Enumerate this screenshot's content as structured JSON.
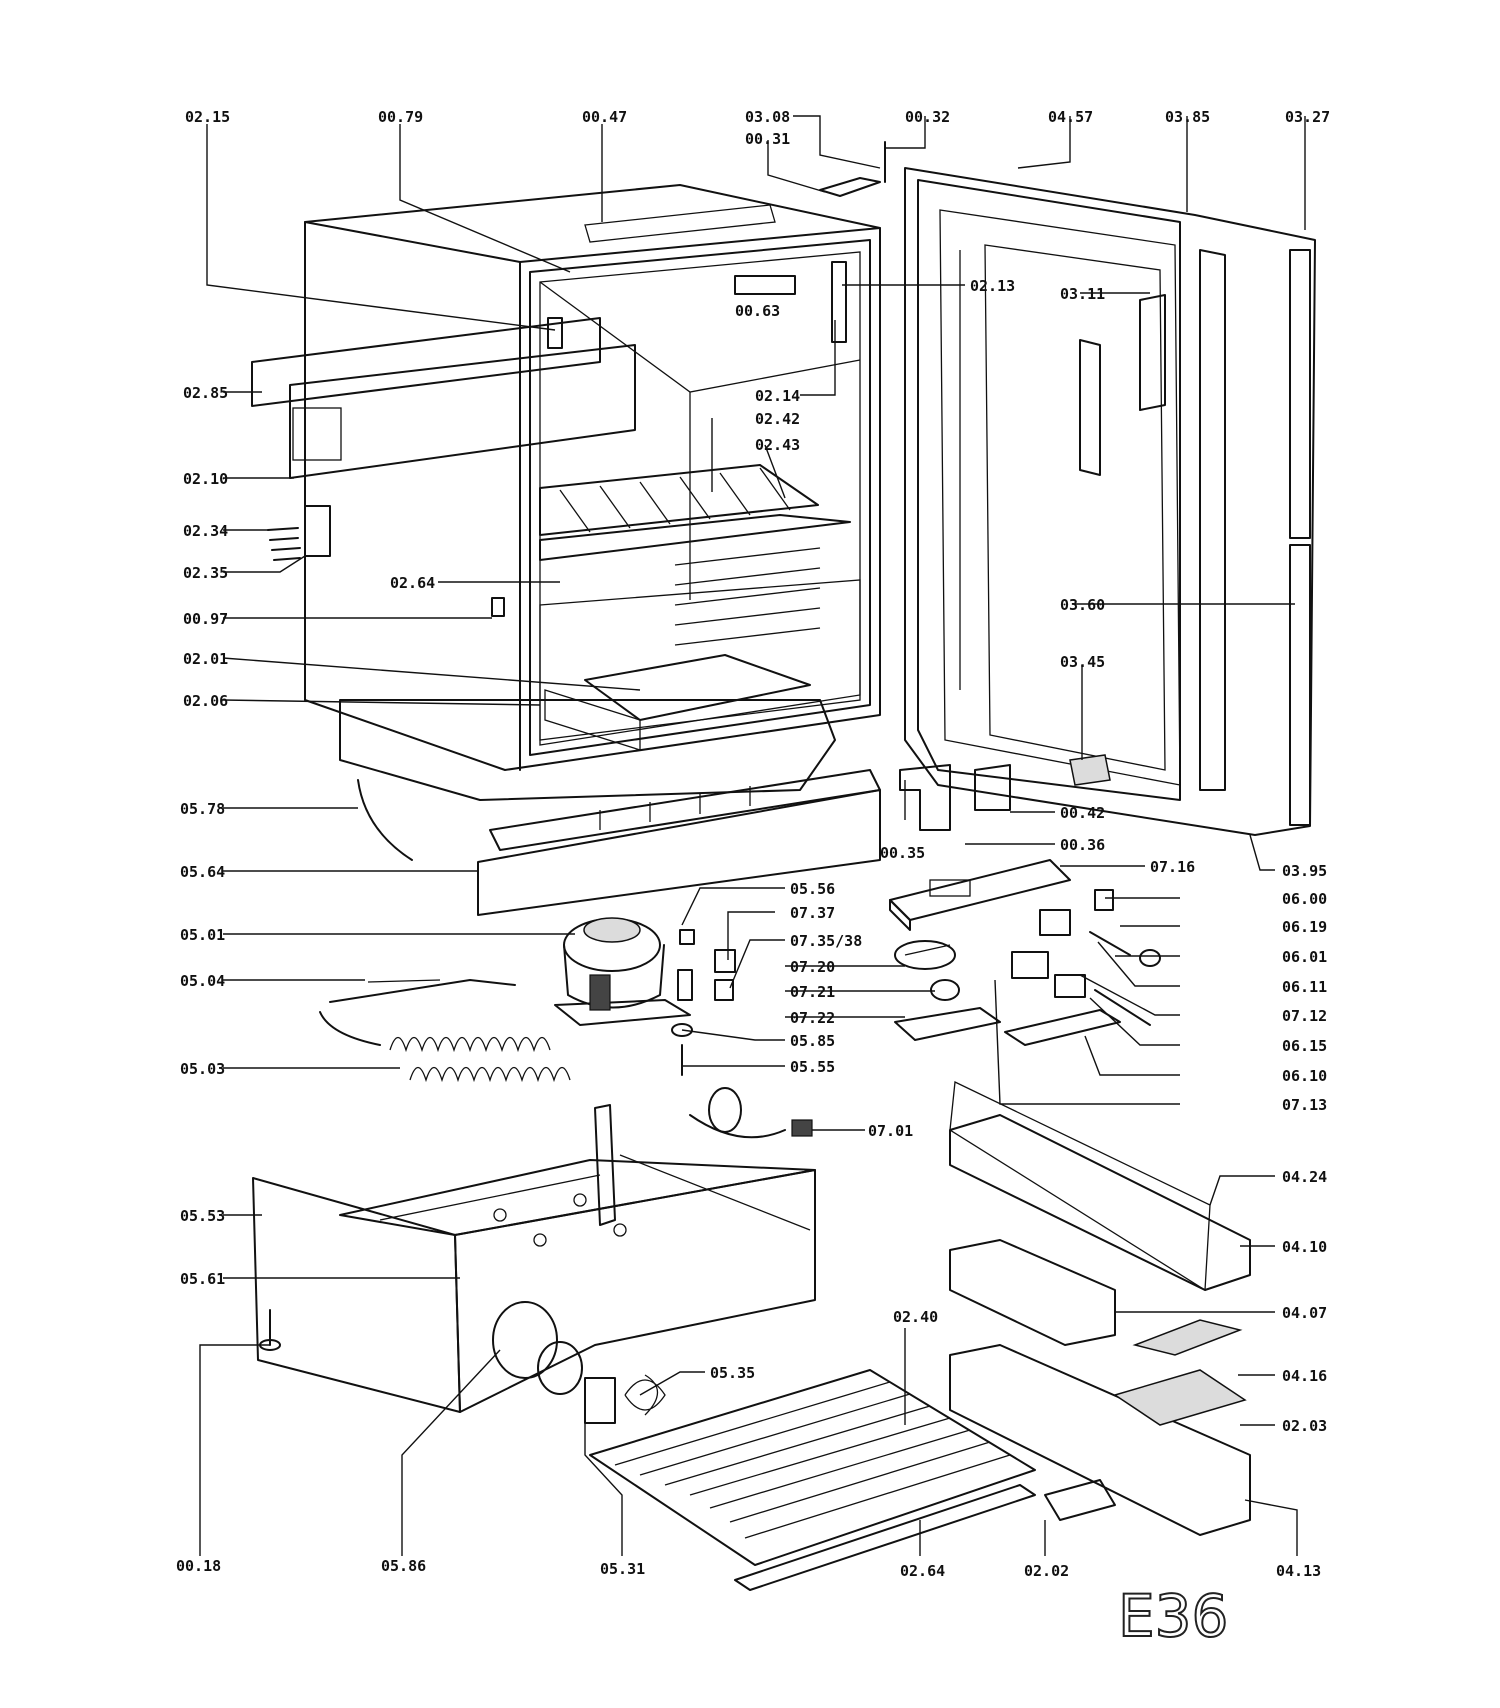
{
  "diagram": {
    "code": "E36",
    "labels": [
      "02.15",
      "00.79",
      "00.47",
      "03.08",
      "00.31",
      "00.32",
      "04.57",
      "03.85",
      "03.27",
      "02.13",
      "00.63",
      "03.11",
      "02.85",
      "02.14",
      "02.42",
      "02.43",
      "02.10",
      "02.34",
      "02.35",
      "02.64",
      "00.97",
      "03.60",
      "02.01",
      "03.45",
      "02.06",
      "05.78",
      "00.42",
      "00.35",
      "00.36",
      "05.64",
      "07.16",
      "03.95",
      "05.56",
      "06.00",
      "07.37",
      "05.01",
      "06.19",
      "07.35/38",
      "07.20",
      "06.01",
      "05.04",
      "07.21",
      "06.11",
      "07.22",
      "07.12",
      "05.85",
      "06.15",
      "05.03",
      "05.55",
      "06.10",
      "07.13",
      "07.01",
      "04.24",
      "05.53",
      "04.10",
      "05.61",
      "04.07",
      "02.40",
      "05.35",
      "04.16",
      "02.03",
      "00.18",
      "05.86",
      "05.31",
      "02.64",
      "02.02",
      "04.13"
    ]
  }
}
